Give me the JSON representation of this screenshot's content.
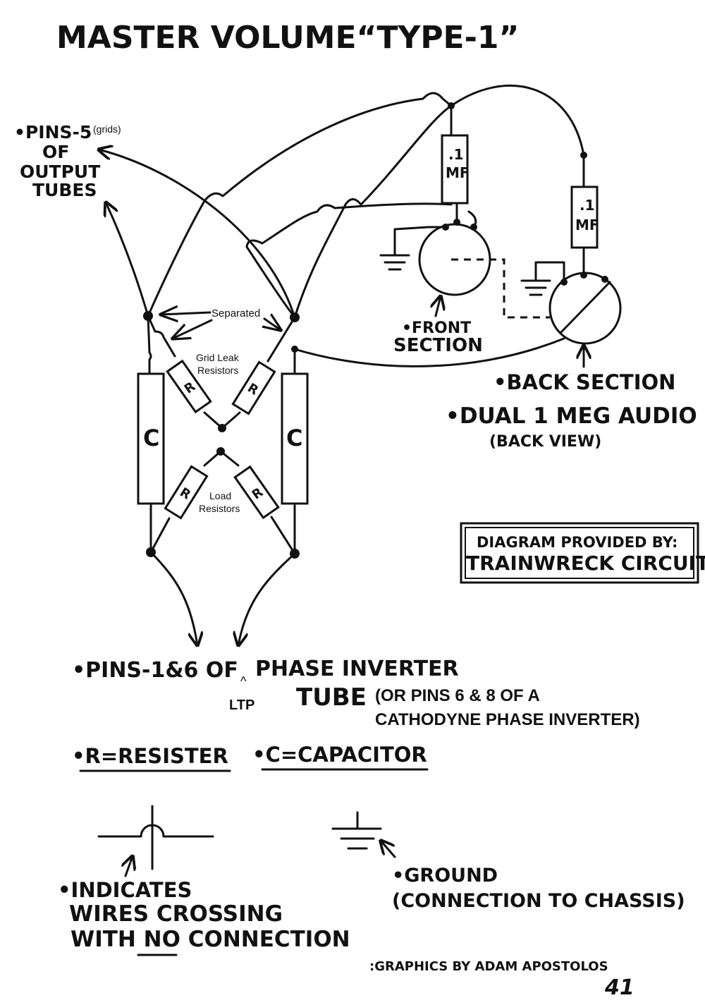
{
  "title": "MASTER VOLUME“TYPE-1”",
  "labels": {
    "pins5_line1": "•PINS-5",
    "pins5_grids": "(grids)",
    "pins5_line2": "OF",
    "pins5_line3": "OUTPUT",
    "pins5_line4": "TUBES",
    "separated": "Separated",
    "grid_leak_1": "Grid Leak",
    "grid_leak_2": "Resistors",
    "load_1": "Load",
    "load_2": "Resistors",
    "cap_left": "C",
    "cap_right": "C",
    "res_r": "R",
    "mf_dot": ".1",
    "mf_unit": "MF",
    "front_1": "•FRONT",
    "front_2": "SECTION",
    "back_section": "•BACK SECTION",
    "dual_1": "•DUAL 1 MEG AUDIO",
    "dual_2": "(BACK VIEW)",
    "provided_1": "DIAGRAM PROVIDED BY:",
    "provided_2": "TRAINWRECK CIRCUITS",
    "pins16": "•PINS-1&6  OF",
    "caret": "^",
    "phase_inverter": "PHASE INVERTER",
    "ltp": "LTP",
    "tube": "TUBE",
    "cathodyne_1": "(OR PINS 6 & 8 OF A",
    "cathodyne_2": "CATHODYNE PHASE INVERTER)",
    "legend_r": "•R=RESISTER",
    "legend_c": "•C=CAPACITOR",
    "crossing_1": "•INDICATES",
    "crossing_2": "WIRES CROSSING",
    "crossing_3a": "WITH ",
    "crossing_3b": "NO",
    "crossing_3c": " CONNECTION",
    "ground_1": "•GROUND",
    "ground_2": "(CONNECTION TO CHASSIS)",
    "credit": ":GRAPHICS BY ADAM APOSTOLOS",
    "page_number": "41"
  },
  "colors": {
    "ink": "#111111",
    "paper": "#ffffff"
  }
}
